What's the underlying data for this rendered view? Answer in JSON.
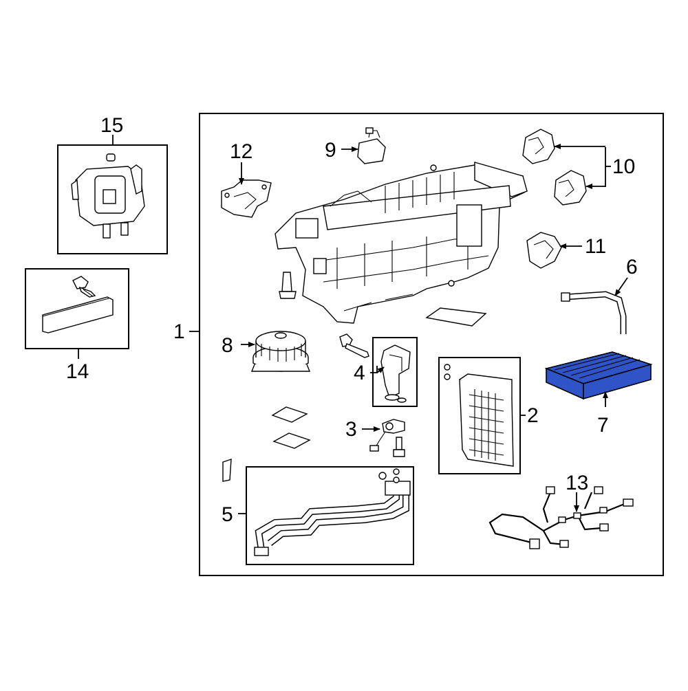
{
  "diagram": {
    "callouts": {
      "c1": "1",
      "c2": "2",
      "c3": "3",
      "c4": "4",
      "c5": "5",
      "c6": "6",
      "c7": "7",
      "c8": "8",
      "c9": "9",
      "c10": "10",
      "c11": "11",
      "c12": "12",
      "c13": "13",
      "c14": "14",
      "c15": "15"
    },
    "highlight_color": "#2f54c8",
    "icons": [
      "hvac-case",
      "evaporator-core",
      "expansion-valve",
      "blower-motor",
      "cabin-air-filter",
      "actuator",
      "wire-harness",
      "bolt",
      "pipe"
    ]
  }
}
